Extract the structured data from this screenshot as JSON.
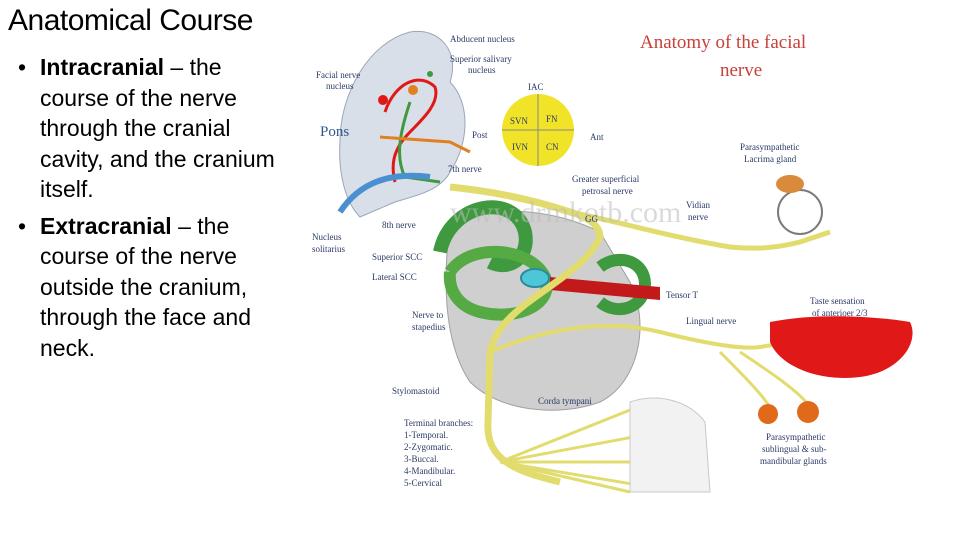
{
  "slide": {
    "title": "Anatomical Course",
    "bullets": [
      {
        "term": "Intracranial",
        "text": " – the course of the nerve through the cranial cavity, and the cranium itself."
      },
      {
        "term": "Extracranial",
        "text": " – the course of the nerve outside the cranium, through the face and neck."
      }
    ],
    "bullet_symbol": "•"
  },
  "figure": {
    "heading_line1": "Anatomy of the facial",
    "heading_line2": "nerve",
    "watermark": "www.drmkotb.com",
    "labels": {
      "abducent": "Abducent nucleus",
      "salivary1": "Superior salivary",
      "salivary2": "nucleus",
      "facial1": "Facial nerve",
      "facial2": "nucleus",
      "pons": "Pons",
      "iac": "IAC",
      "svn": "SVN",
      "fn": "FN",
      "ivn": "IVN",
      "cn": "CN",
      "post": "Post",
      "ant": "Ant",
      "seventh": "7th nerve",
      "eighth": "8th nerve",
      "nucleus1": "Nucleus",
      "nucleus2": "solitarius",
      "gsp1": "Greater superficial",
      "gsp2": "petrosal nerve",
      "vidian1": "Vidian",
      "vidian2": "nerve",
      "gg": "GG",
      "para1": "Parasympathetic",
      "para2": "Lacrima gland",
      "sscc": "Superior SCC",
      "lscc": "Lateral SCC",
      "tensor": "Tensor T",
      "taste1": "Taste sensation",
      "taste2": "of anterioer 2/3",
      "stap1": "Nerve to",
      "stap2": "stapedius",
      "lingual": "Lingual nerve",
      "stylo": "Stylomastoid",
      "chorda": "Corda tympani",
      "term": "Terminal branches:",
      "b1": "1-Temporal.",
      "b2": "2-Zygomatic.",
      "b3": "3-Buccal.",
      "b4": "4-Mandibular.",
      "b5": "5-Cervical",
      "sub1": "Parasympathetic",
      "sub2": "sublingual & sub-",
      "sub3": "mandibular glands"
    }
  },
  "colors": {
    "nerve": "#e2dc6e",
    "nerve_dark": "#b9b33f",
    "green": "#3f9a3f",
    "red": "#e01818",
    "orange": "#e08020",
    "circle": "#f1e428"
  }
}
